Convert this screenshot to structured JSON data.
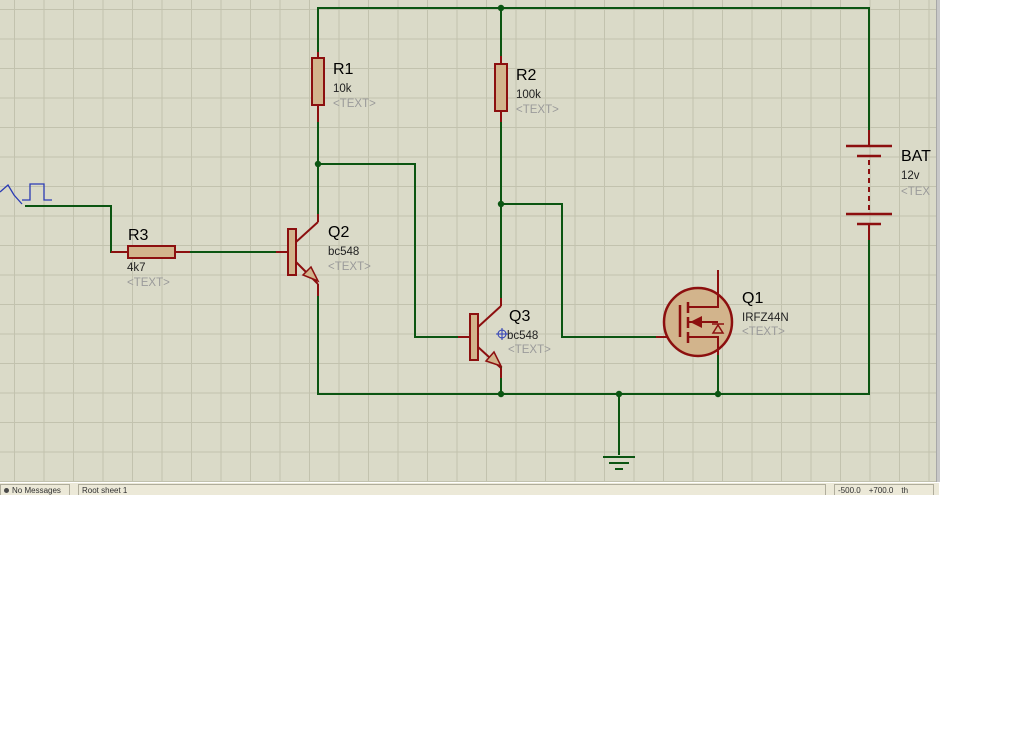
{
  "schematic": {
    "components": {
      "R1": {
        "ref": "R1",
        "value": "10k",
        "text": "<TEXT>"
      },
      "R2": {
        "ref": "R2",
        "value": "100k",
        "text": "<TEXT>"
      },
      "R3": {
        "ref": "R3",
        "value": "4k7",
        "text": "<TEXT>"
      },
      "Q1": {
        "ref": "Q1",
        "value": "IRFZ44N",
        "text": "<TEXT>"
      },
      "Q2": {
        "ref": "Q2",
        "value": "bc548",
        "text": "<TEXT>"
      },
      "Q3": {
        "ref": "Q3",
        "value": "bc548",
        "text": "<TEXT>"
      },
      "BAT": {
        "ref": "BAT",
        "value": "12v",
        "text": "<TEX"
      }
    },
    "colors": {
      "wire": "#0b5512",
      "component": "#8c0f0f",
      "component_fill": "#d2b48c",
      "generator": "#2a3bb4",
      "grid_background": "#dadac8"
    }
  },
  "statusbar": {
    "messages": "No Messages",
    "sheet": "Root sheet 1",
    "coord_x": "-500.0",
    "coord_y": "+700.0",
    "unit": "th"
  }
}
